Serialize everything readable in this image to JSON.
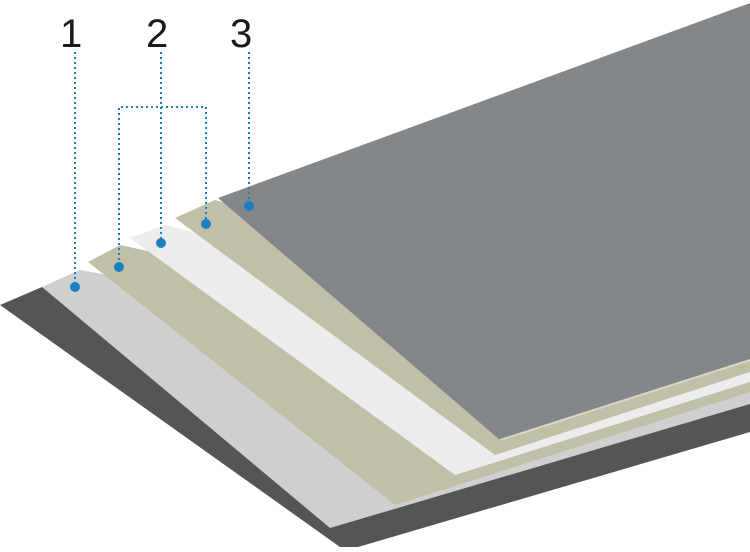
{
  "callouts": [
    {
      "number": "1"
    },
    {
      "number": "2"
    },
    {
      "number": "3"
    }
  ],
  "colors": {
    "accent_dot": "#1b7fc4",
    "dotted_line": "#1b7fc4",
    "base_layer": "#555555",
    "layer_1": "#cfcfcf",
    "layer_2_beige": "#c2bfa8",
    "layer_2_white": "#eeeeee",
    "layer_3": "#848789"
  }
}
